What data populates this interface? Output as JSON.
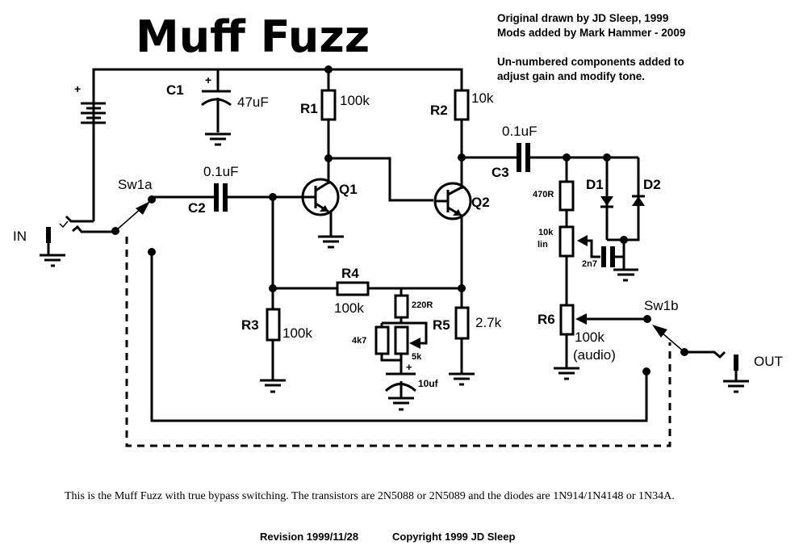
{
  "title": "Muff Fuzz",
  "credits": [
    "Original drawn by JD Sleep, 1999",
    "Mods added by Mark Hammer - 2009",
    "",
    "Un-numbered components added to",
    "adjust gain and modify tone."
  ],
  "labels": {
    "battery_plus": "+",
    "c1_name": "C1",
    "c1_plus": "+",
    "c1_value": "47uF",
    "r1_name": "R1",
    "r1_value": "100k",
    "r2_name": "R2",
    "r2_value": "10k",
    "c2_name": "C2",
    "c2_value": "0.1uF",
    "c3_name": "C3",
    "c3_value": "0.1uF",
    "q1_name": "Q1",
    "q2_name": "Q2",
    "sw1a_name": "Sw1a",
    "sw1b_name": "Sw1b",
    "in_label": "IN",
    "out_label": "OUT",
    "r3_name": "R3",
    "r3_value": "100k",
    "r4_name": "R4",
    "r4_value": "100k",
    "r5_name": "R5",
    "r5_value": "2.7k",
    "r_220": "220R",
    "r_4k7": "4k7",
    "pot_5k": "5k",
    "cap_10uf": "10uf",
    "cap_10uf_plus": "+",
    "r_470": "470R",
    "pot_10k_a": "10k",
    "pot_10k_b": "lin",
    "cap_2n7": "2n7",
    "d1_name": "D1",
    "d2_name": "D2",
    "r6_name": "R6",
    "r6_value": "100k",
    "r6_taper": "(audio)"
  },
  "note": "This is the Muff Fuzz with true bypass switching.  The transistors are 2N5088 or 2N5089 and the diodes are 1N914/1N4148 or 1N34A.",
  "footer": {
    "revision": "Revision  1999/11/28",
    "copyright": "Copyright  1999 JD Sleep"
  }
}
